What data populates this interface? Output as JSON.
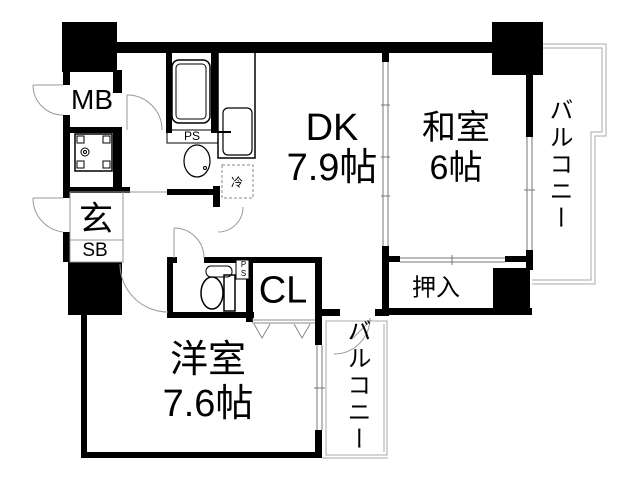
{
  "plan": {
    "title": "apartment floor plan",
    "rooms": {
      "dk": {
        "name": "DK",
        "size": "7.9帖"
      },
      "washitsu": {
        "name": "和室",
        "size": "6帖"
      },
      "youshitsu": {
        "name": "洋室",
        "size": "7.6帖"
      },
      "oshiire": {
        "name": "押入"
      },
      "closet": {
        "name": "CL"
      },
      "genkan": {
        "name": "玄"
      },
      "shoe_box": {
        "name": "SB"
      },
      "meter_box": {
        "name": "MB"
      },
      "pipe_space": {
        "name": "PS"
      },
      "pipe_space_2": {
        "name": "PS"
      },
      "refrigerator": {
        "name": "冷"
      },
      "balcony_right": {
        "name": "バルコニー"
      },
      "balcony_bottom": {
        "name": "バルコニー"
      }
    },
    "colors": {
      "wall": "#000000",
      "background": "#ffffff",
      "thin_line": "#9a9a9a",
      "fixture_line": "#000000"
    }
  }
}
